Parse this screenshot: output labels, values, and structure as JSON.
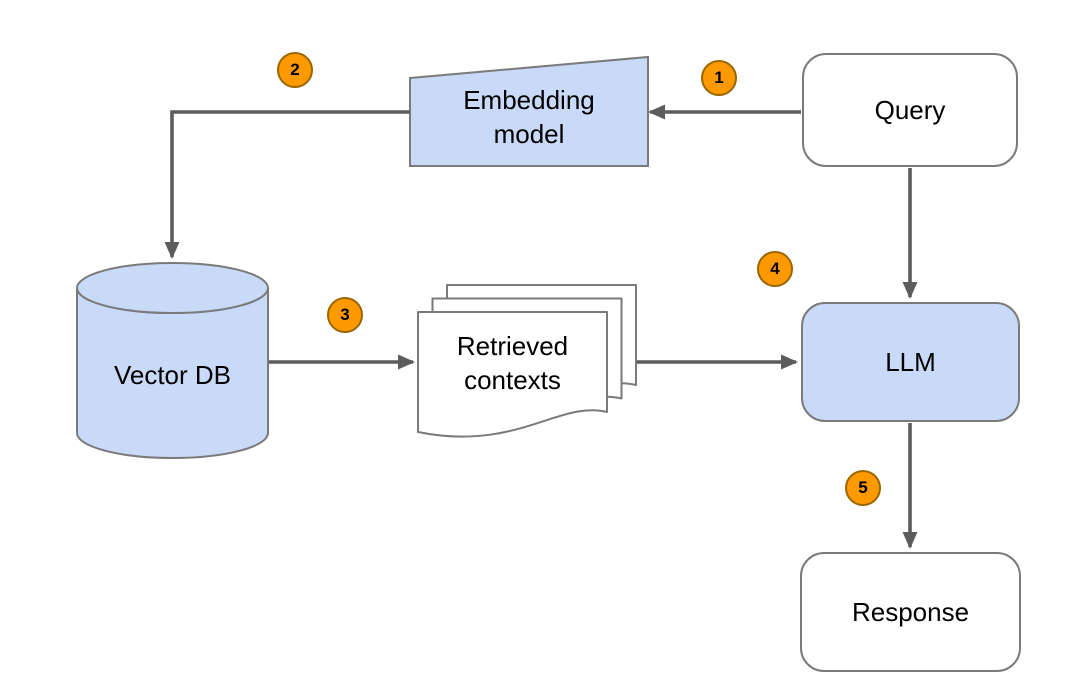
{
  "diagram": {
    "type": "flowchart",
    "nodes": {
      "query": {
        "label": "Query"
      },
      "embedding_model": {
        "lines": [
          "Embedding",
          "model"
        ]
      },
      "vector_db": {
        "label": "Vector DB"
      },
      "retrieved_contexts": {
        "lines": [
          "Retrieved",
          "contexts"
        ]
      },
      "llm": {
        "label": "LLM"
      },
      "response": {
        "label": "Response"
      }
    },
    "steps": [
      "1",
      "2",
      "3",
      "4",
      "5"
    ],
    "edges": [
      {
        "from": "query",
        "to": "embedding_model",
        "step": "1"
      },
      {
        "from": "embedding_model",
        "to": "vector_db",
        "step": "2"
      },
      {
        "from": "vector_db",
        "to": "retrieved_contexts",
        "step": "3"
      },
      {
        "from": "retrieved_contexts",
        "to": "llm",
        "step": "4"
      },
      {
        "from": "query",
        "to": "llm",
        "step": ""
      },
      {
        "from": "llm",
        "to": "response",
        "step": "5"
      }
    ],
    "colors": {
      "node_fill_blue": "#c9daf8",
      "node_fill_white": "#ffffff",
      "node_border": "#7a7a7a",
      "arrow": "#5c5c5c",
      "badge_fill": "#ff9900",
      "badge_border": "#996600",
      "text": "#000000"
    }
  }
}
